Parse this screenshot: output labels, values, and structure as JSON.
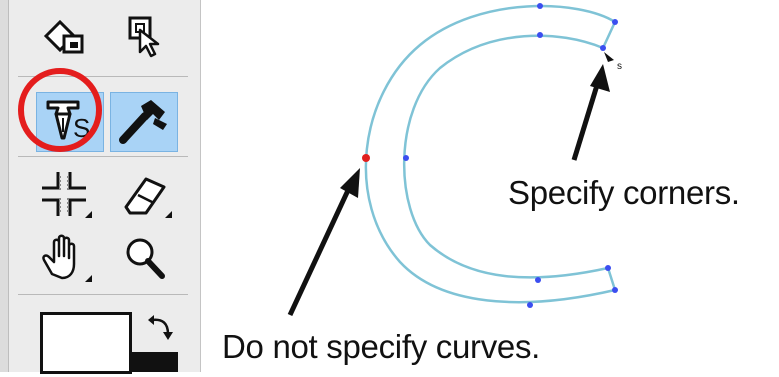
{
  "toolbox": {
    "tools": [
      {
        "name": "tool-paint-bucket",
        "icon": "paint-bucket-icon"
      },
      {
        "name": "tool-object-select",
        "icon": "object-select-icon"
      },
      {
        "name": "tool-stroke-selection",
        "icon": "stroke-selection-icon",
        "selected": true,
        "label": "S"
      },
      {
        "name": "tool-brush",
        "icon": "brush-icon"
      },
      {
        "name": "tool-crop",
        "icon": "crop-icon"
      },
      {
        "name": "tool-eraser",
        "icon": "eraser-icon"
      },
      {
        "name": "tool-hand",
        "icon": "hand-icon"
      },
      {
        "name": "tool-zoom",
        "icon": "magnifier-icon"
      }
    ],
    "highlight_color": "#e41d1d",
    "selected_bg": "#a9d3f6"
  },
  "canvas": {
    "curve_color": "#7fc3d6",
    "node_color": "#3b4ef0",
    "start_node_color": "#e0201f",
    "annotations": {
      "corners": "Specify corners.",
      "curves": "Do not specify curves."
    }
  }
}
